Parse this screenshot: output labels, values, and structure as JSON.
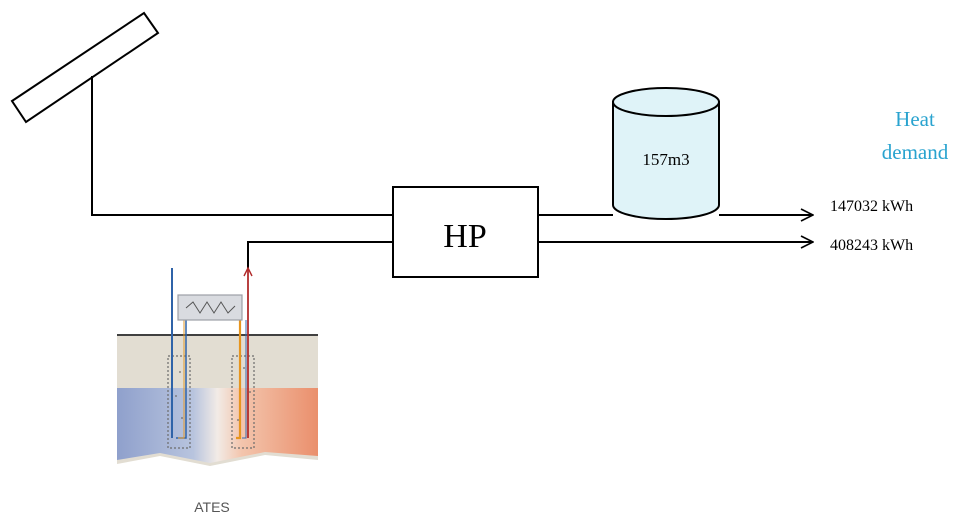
{
  "heat_pump": {
    "label": "HP"
  },
  "storage_tank": {
    "label": "157m3",
    "fill_color": "#dff3f8"
  },
  "heat_demand": {
    "title_line1": "Heat",
    "title_line2": "demand",
    "title_color": "#29a3cf",
    "outputs": [
      {
        "value": "147032 kWh"
      },
      {
        "value": "408243 kWh"
      }
    ]
  },
  "ates": {
    "label": "ATES",
    "cold_color": "#8fa3cf",
    "warm_color": "#ec9a78"
  },
  "icons": [
    "solar-collector-icon",
    "ates-borehole-icon",
    "heat-exchanger-icon",
    "arrow-right-icon"
  ]
}
